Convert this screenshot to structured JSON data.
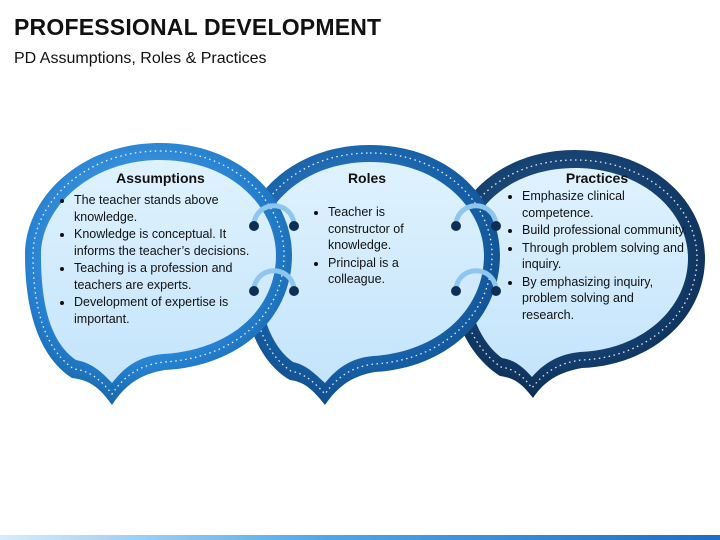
{
  "title": "PROFESSIONAL DEVELOPMENT",
  "subtitle": "PD Assumptions, Roles & Practices",
  "colors": {
    "assumptions_ring": "#1f76c8",
    "roles_ring": "#14599e",
    "practices_ring": "#0f3560",
    "bubble_fill": "#cde9fc",
    "connector": "#8ec6ef"
  },
  "bubbles": [
    {
      "heading": "Assumptions",
      "items": [
        "The teacher stands above knowledge.",
        "Knowledge is conceptual. It informs the teacher’s decisions.",
        "Teaching is a profession and teachers are experts.",
        "Development of expertise is important."
      ]
    },
    {
      "heading": "Roles",
      "items": [
        "Teacher is constructor of knowledge.",
        "Principal is a colleague."
      ]
    },
    {
      "heading": "Practices",
      "items": [
        "Emphasize clinical competence.",
        "Build professional community.",
        "Through problem solving and inquiry.",
        "By emphasizing inquiry, problem solving and research."
      ]
    }
  ]
}
